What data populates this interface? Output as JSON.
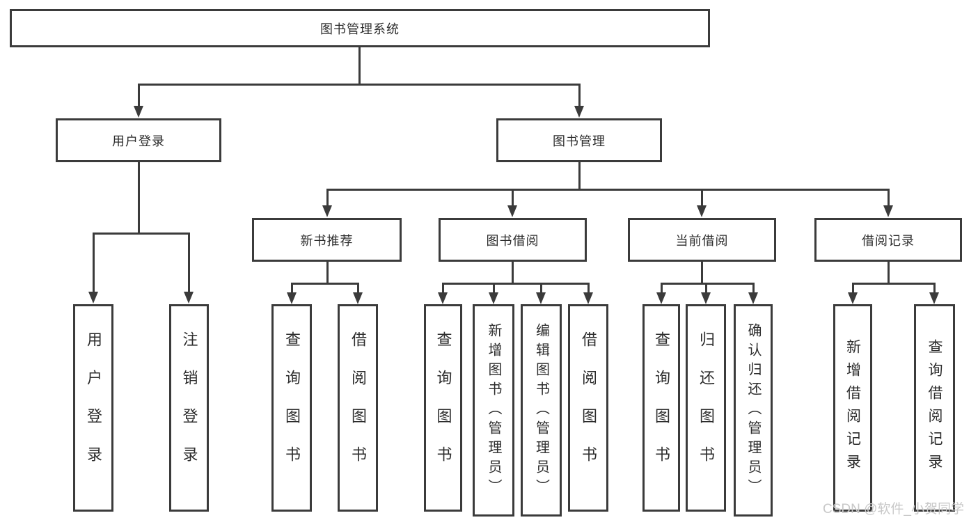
{
  "diagram": {
    "type": "hierarchy-tree",
    "root": {
      "label": "图书管理系统"
    },
    "branches": [
      {
        "label": "用户登录",
        "children": [
          "用户登录",
          "注销登录"
        ]
      },
      {
        "label": "图书管理",
        "groups": [
          {
            "label": "新书推荐",
            "children": [
              "查询图书",
              "借阅图书"
            ]
          },
          {
            "label": "图书借阅",
            "children": [
              "查询图书",
              "新增图书（管理员）",
              "编辑图书（管理员）",
              "借阅图书"
            ]
          },
          {
            "label": "当前借阅",
            "children": [
              "查询图书",
              "归还图书",
              "确认归还（管理员）"
            ]
          },
          {
            "label": "借阅记录",
            "children": [
              "新增借阅记录",
              "查询借阅记录"
            ]
          }
        ]
      }
    ]
  },
  "watermark": {
    "text": "CSDN @软件_小贺同学"
  },
  "colors": {
    "line": "#3b3b3b",
    "text": "#2d2d2d",
    "background": "#ffffff",
    "watermark": "#c8c8c8"
  }
}
